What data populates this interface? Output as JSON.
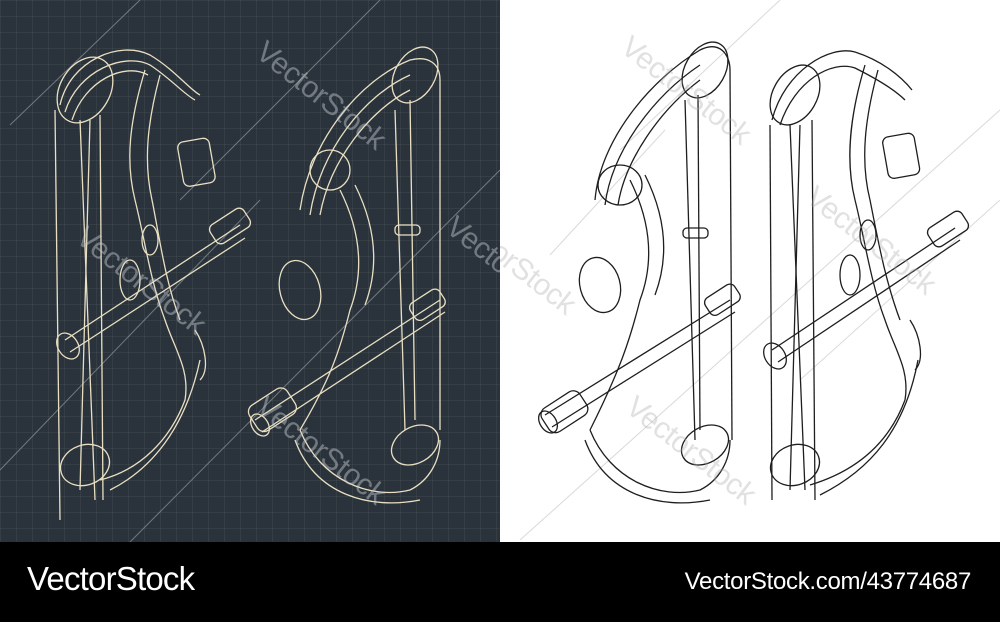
{
  "image": {
    "subject": "Compound bow isometric blueprint drawings",
    "panels": [
      {
        "id": "dark",
        "background": "#2a333b",
        "line_color": "#e9dfc2",
        "drawings": 2
      },
      {
        "id": "light",
        "background": "#ffffff",
        "line_color": "#1e1e1e",
        "drawings": 2
      }
    ]
  },
  "watermark": {
    "text": "VectorStock"
  },
  "footer": {
    "brand": "VectorStock",
    "reference": "VectorStock.com/43774687"
  }
}
